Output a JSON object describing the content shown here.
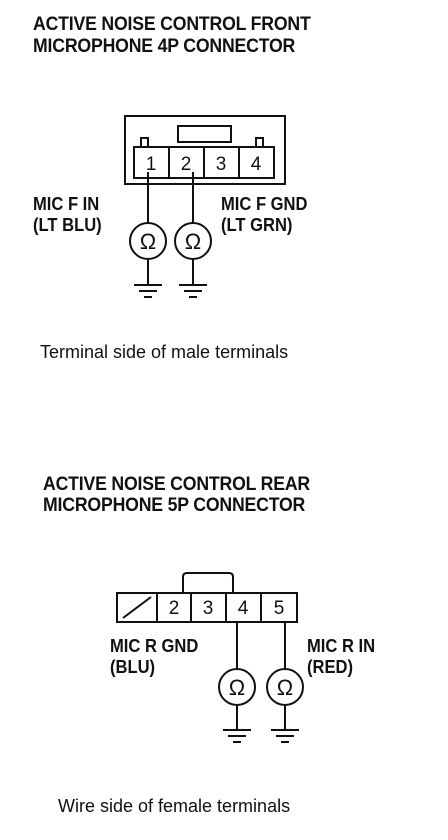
{
  "front": {
    "title_line1": "ACTIVE NOISE CONTROL FRONT",
    "title_line2": "MICROPHONE 4P CONNECTOR",
    "pins": [
      "1",
      "2",
      "3",
      "4"
    ],
    "mic_in_label": "MIC F IN",
    "mic_in_wire": "(LT BLU)",
    "mic_gnd_label": "MIC F GND",
    "mic_gnd_wire": "(LT GRN)",
    "caption": "Terminal side of male terminals"
  },
  "rear": {
    "title_line1": "ACTIVE NOISE CONTROL REAR",
    "title_line2": "MICROPHONE 5P CONNECTOR",
    "pins": [
      "2",
      "3",
      "4",
      "5"
    ],
    "mic_gnd_label": "MIC R GND",
    "mic_gnd_wire": "(BLU)",
    "mic_in_label": "MIC R IN",
    "mic_in_wire": "(RED)",
    "caption": "Wire side of female terminals"
  },
  "symbols": {
    "ohm": "Ω"
  },
  "colors": {
    "ink": "#111111",
    "background": "#ffffff"
  }
}
